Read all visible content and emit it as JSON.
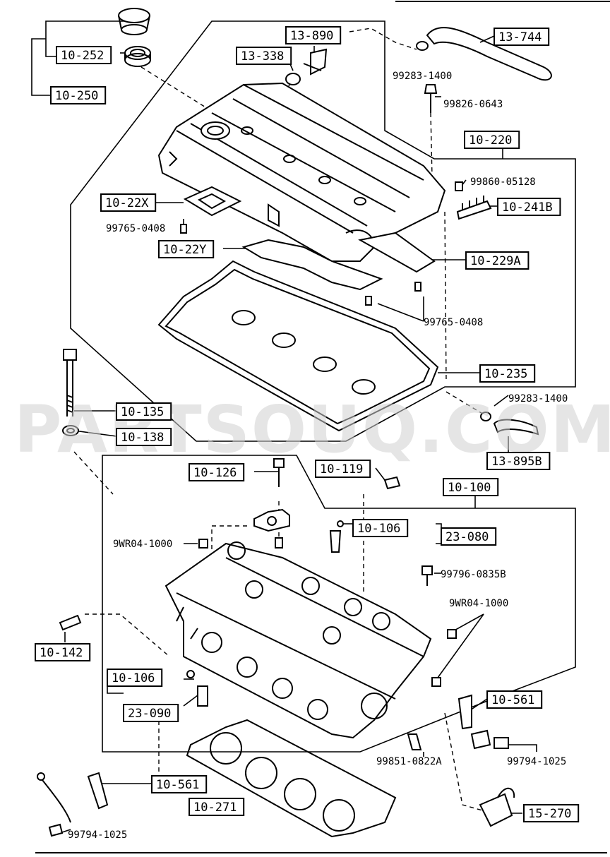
{
  "watermark": "PARTSOUQ.COM",
  "callouts": [
    {
      "id": "c-10-252",
      "text": "10-252"
    },
    {
      "id": "c-10-250",
      "text": "10-250"
    },
    {
      "id": "c-13-890",
      "text": "13-890"
    },
    {
      "id": "c-13-744",
      "text": "13-744"
    },
    {
      "id": "c-13-338",
      "text": "13-338"
    },
    {
      "id": "c-10-220",
      "text": "10-220"
    },
    {
      "id": "c-10-22X",
      "text": "10-22X"
    },
    {
      "id": "c-10-241B",
      "text": "10-241B"
    },
    {
      "id": "c-10-22Y",
      "text": "10-22Y"
    },
    {
      "id": "c-10-229A",
      "text": "10-229A"
    },
    {
      "id": "c-10-235",
      "text": "10-235"
    },
    {
      "id": "c-10-135",
      "text": "10-135"
    },
    {
      "id": "c-10-138",
      "text": "10-138"
    },
    {
      "id": "c-13-895B",
      "text": "13-895B"
    },
    {
      "id": "c-10-126",
      "text": "10-126"
    },
    {
      "id": "c-10-119",
      "text": "10-119"
    },
    {
      "id": "c-10-100",
      "text": "10-100"
    },
    {
      "id": "c-10-106a",
      "text": "10-106"
    },
    {
      "id": "c-23-080",
      "text": "23-080"
    },
    {
      "id": "c-10-142",
      "text": "10-142"
    },
    {
      "id": "c-10-106b",
      "text": "10-106"
    },
    {
      "id": "c-23-090",
      "text": "23-090"
    },
    {
      "id": "c-10-561a",
      "text": "10-561"
    },
    {
      "id": "c-10-561b",
      "text": "10-561"
    },
    {
      "id": "c-10-271",
      "text": "10-271"
    },
    {
      "id": "c-15-270",
      "text": "15-270"
    }
  ],
  "part_numbers": [
    {
      "id": "p-99283-1400a",
      "text": "99283-1400"
    },
    {
      "id": "p-99826-0643",
      "text": "99826-0643"
    },
    {
      "id": "p-99860-05128",
      "text": "99860-05128"
    },
    {
      "id": "p-99765-0408a",
      "text": "99765-0408"
    },
    {
      "id": "p-99765-0408b",
      "text": "99765-0408"
    },
    {
      "id": "p-99283-1400b",
      "text": "99283-1400"
    },
    {
      "id": "p-9WR04-1000a",
      "text": "9WR04-1000"
    },
    {
      "id": "p-99796-0835B",
      "text": "99796-0835B"
    },
    {
      "id": "p-9WR04-1000b",
      "text": "9WR04-1000"
    },
    {
      "id": "p-99851-0822A",
      "text": "99851-0822A"
    },
    {
      "id": "p-99794-1025a",
      "text": "99794-1025"
    },
    {
      "id": "p-99794-1025b",
      "text": "99794-1025"
    }
  ]
}
